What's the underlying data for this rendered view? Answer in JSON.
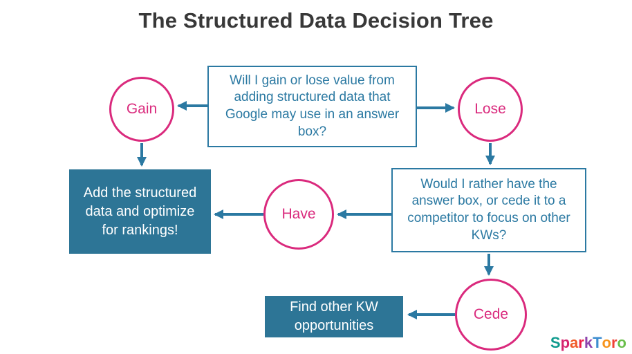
{
  "title": "The Structured Data Decision Tree",
  "nodes": {
    "question_top": "Will I gain or lose value from adding structured data that Google may use in an answer box?",
    "gain": "Gain",
    "lose": "Lose",
    "action_add": "Add the structured data and optimize for rankings!",
    "have": "Have",
    "question_rather": "Would I rather have the answer box, or cede it to a competitor to focus on other KWs?",
    "cede": "Cede",
    "action_find": "Find other KW opportunities"
  },
  "colors": {
    "teal_line": "#2b79a2",
    "teal_fill": "#2d7596",
    "pink": "#da2a7d",
    "title_text": "#383838"
  },
  "logo": {
    "name": "SparkToro",
    "letters": [
      {
        "ch": "S",
        "color": "#0f9b8e"
      },
      {
        "ch": "p",
        "color": "#d6246e"
      },
      {
        "ch": "a",
        "color": "#f05a28"
      },
      {
        "ch": "r",
        "color": "#ed1c46"
      },
      {
        "ch": "k",
        "color": "#8e44ad"
      },
      {
        "ch": "T",
        "color": "#3e8ed0"
      },
      {
        "ch": "o",
        "color": "#f7941d"
      },
      {
        "ch": "r",
        "color": "#ef4136"
      },
      {
        "ch": "o",
        "color": "#6abf4b"
      }
    ]
  }
}
